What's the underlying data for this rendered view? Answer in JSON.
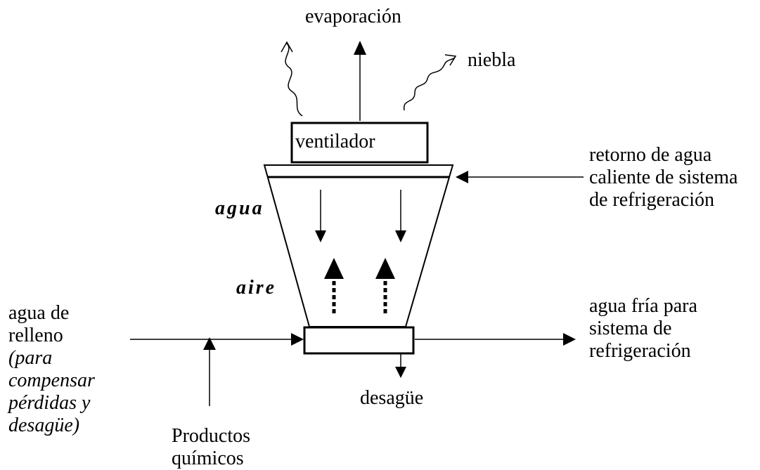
{
  "labels": {
    "evaporacion": "evaporación",
    "niebla": "niebla",
    "ventilador": "ventilador",
    "retorno": [
      "retorno de agua",
      "caliente de sistema",
      "de refrigeración"
    ],
    "agua": "agua",
    "aire": "aire",
    "relleno": [
      "agua de",
      "relleno"
    ],
    "relleno_note": [
      "(para",
      "compensar",
      "pérdidas y",
      "desagüe)"
    ],
    "agua_fria": [
      "agua fría para",
      "sistema de",
      "refrigeración"
    ],
    "desague": "desagüe",
    "productos": [
      "Productos",
      "químicos"
    ]
  }
}
